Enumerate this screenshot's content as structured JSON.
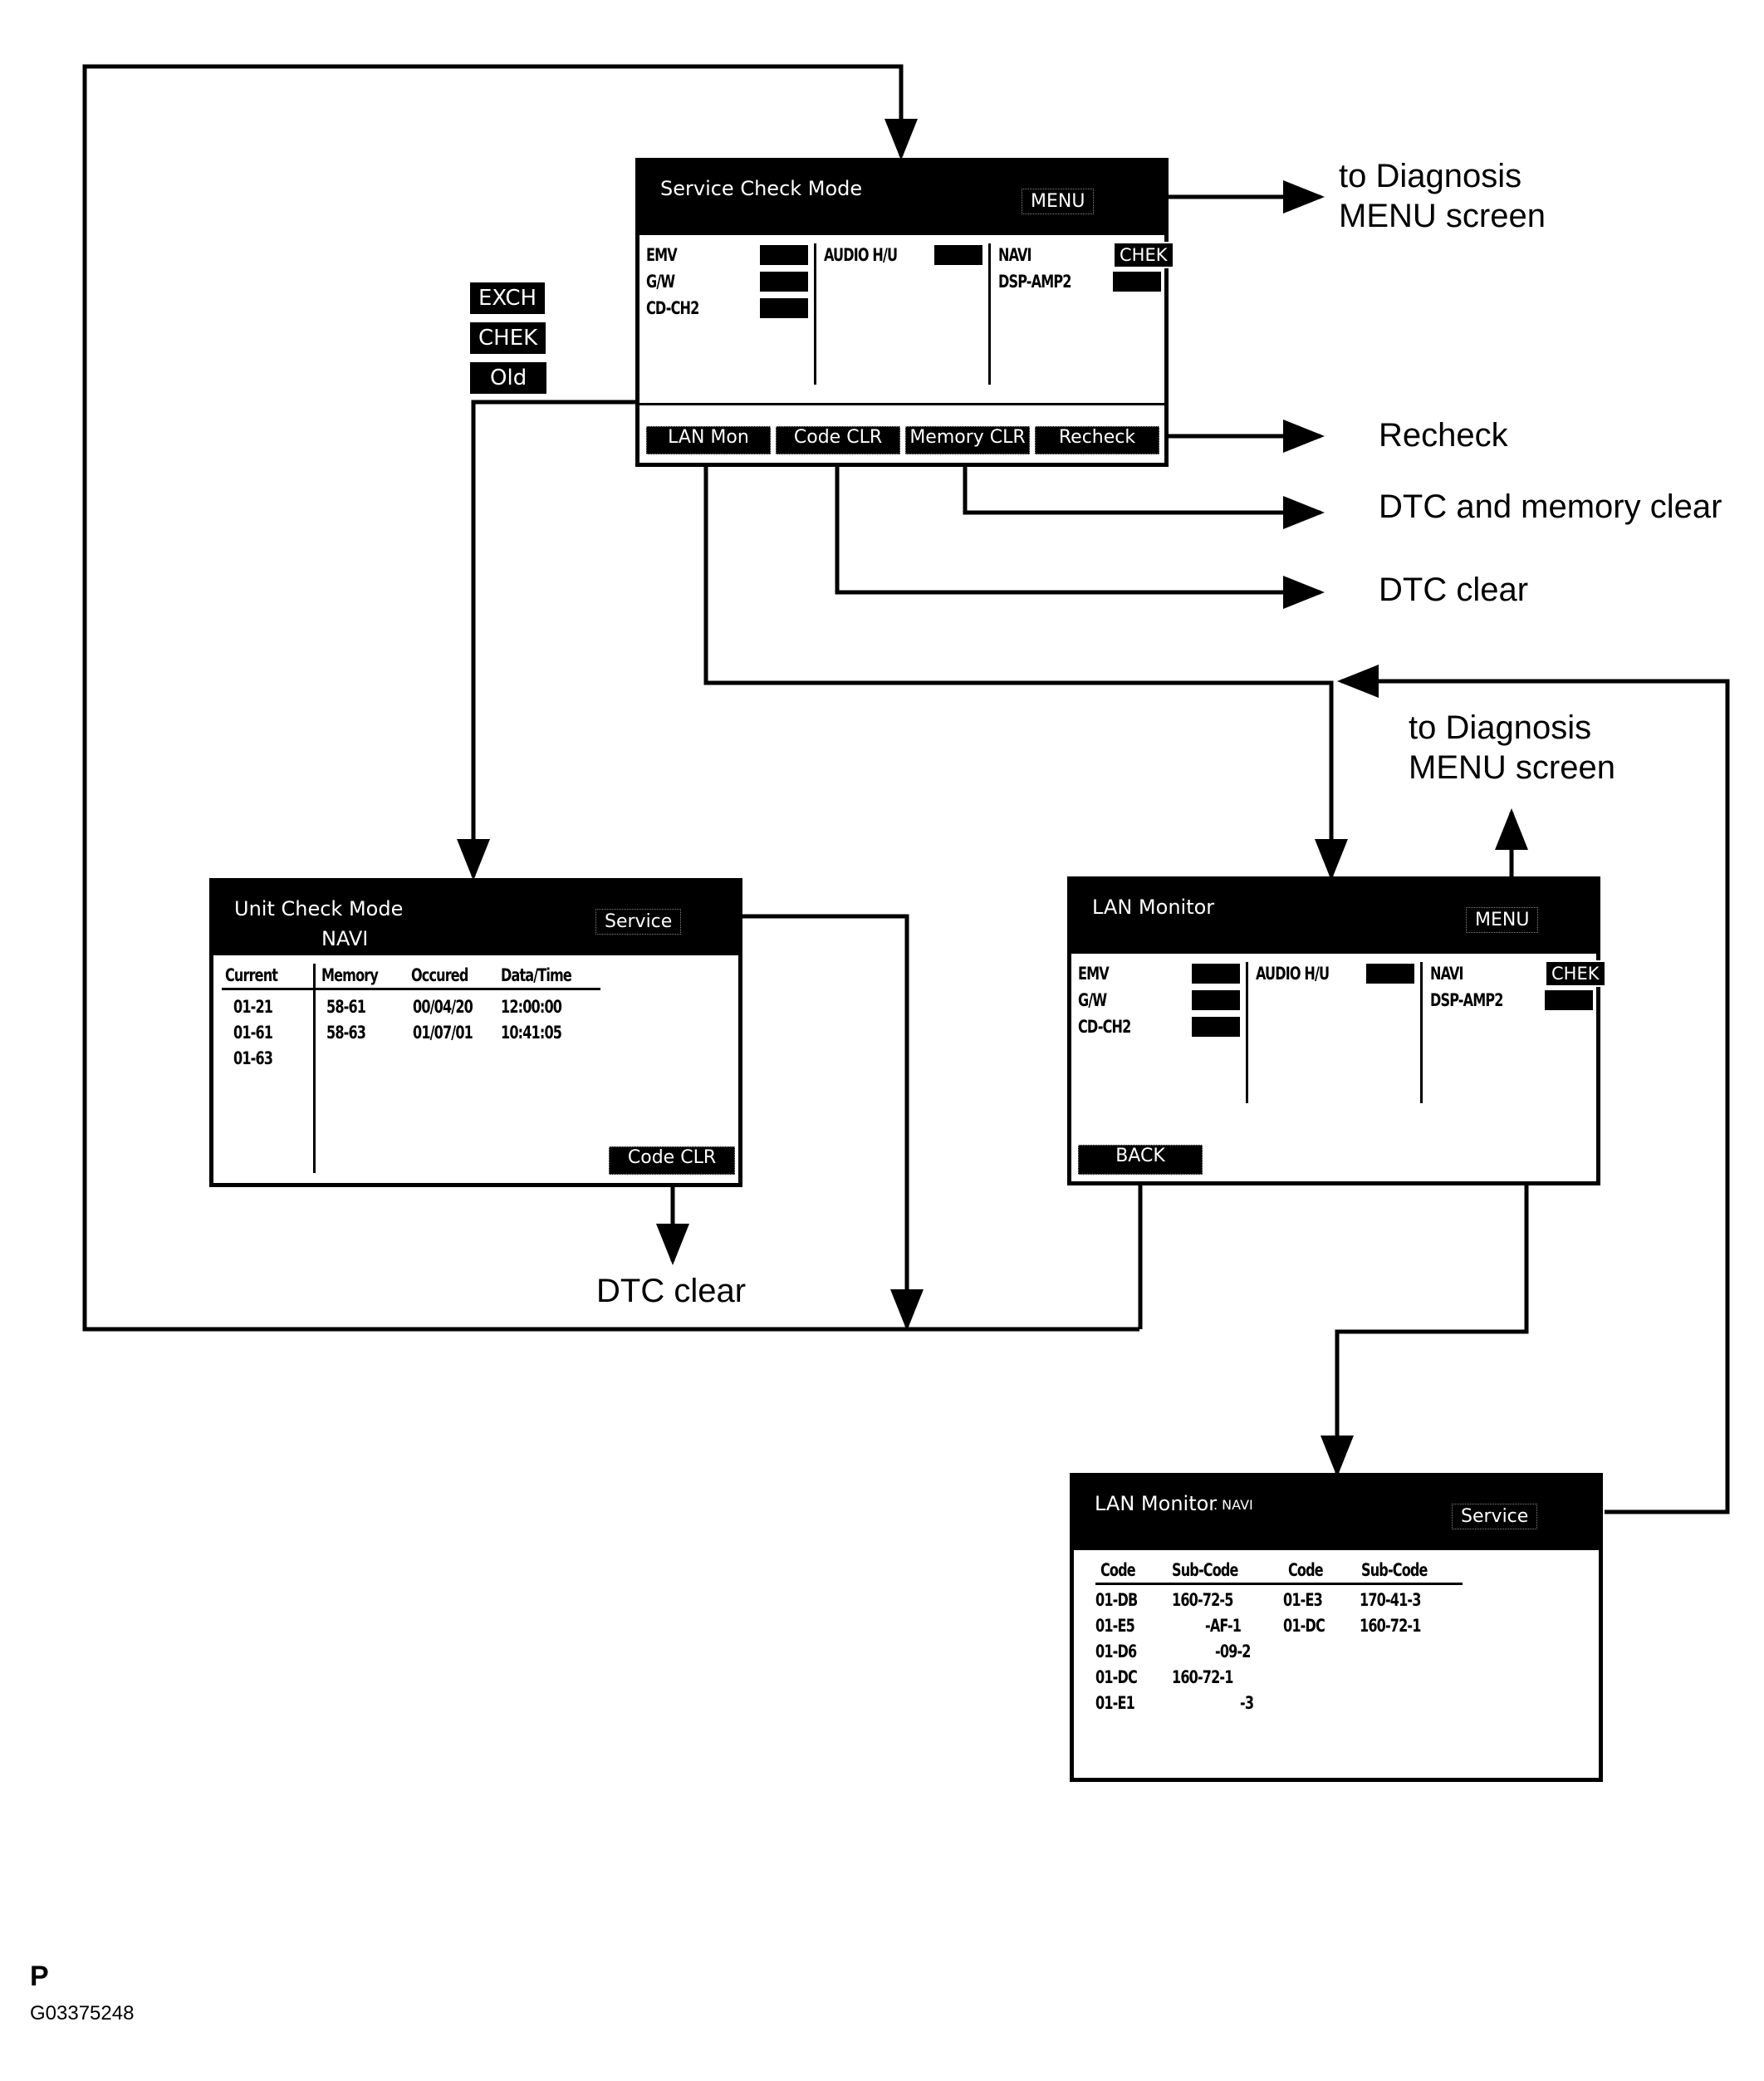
{
  "service_check": {
    "title": "Service Check Mode",
    "menu_button": "MENU",
    "col1": [
      "EMV",
      "G/W",
      "CD-CH2"
    ],
    "col2": [
      "AUDIO H/U"
    ],
    "col3": [
      "NAVI",
      "DSP-AMP2"
    ],
    "navi_status": "CHEK",
    "softkeys": [
      "LAN Mon",
      "Code CLR",
      "Memory CLR",
      "Recheck"
    ]
  },
  "legend_tags": [
    "EXCH",
    "CHEK",
    "Old"
  ],
  "notes": {
    "to_menu_1": "to Diagnosis\nMENU screen",
    "recheck": "Recheck",
    "dtc_memory_clear": "DTC and memory clear",
    "dtc_clear_1": "DTC clear",
    "to_menu_2": "to Diagnosis\nMENU screen",
    "dtc_clear_2": "DTC clear"
  },
  "unit_check": {
    "title": "Unit Check Mode",
    "subtitle": "NAVI",
    "service_button": "Service",
    "headers": [
      "Current",
      "Memory",
      "Occured",
      "Data/Time"
    ],
    "current": [
      "01-21",
      "01-61",
      "01-63"
    ],
    "rows": [
      {
        "memory": "58-61",
        "occured": "00/04/20",
        "time": "12:00:00"
      },
      {
        "memory": "58-63",
        "occured": "01/07/01",
        "time": "10:41:05"
      }
    ],
    "code_clr": "Code CLR"
  },
  "lan_monitor": {
    "title": "LAN Monitor",
    "menu_button": "MENU",
    "col1": [
      "EMV",
      "G/W",
      "CD-CH2"
    ],
    "col2": [
      "AUDIO H/U"
    ],
    "col3": [
      "NAVI",
      "DSP-AMP2"
    ],
    "navi_status": "CHEK",
    "back": "BACK"
  },
  "lan_navi": {
    "title": "LAN Monitor",
    "title_suffix": ". NAVI",
    "service_button": "Service",
    "headers": [
      "Code",
      "Sub-Code",
      "Code",
      "Sub-Code"
    ],
    "left": [
      {
        "code": "01-DB",
        "sub": "160-72-5"
      },
      {
        "code": "01-E5",
        "sub": "-AF-1"
      },
      {
        "code": "01-D6",
        "sub": "-09-2"
      },
      {
        "code": "01-DC",
        "sub": "160-72-1"
      },
      {
        "code": "01-E1",
        "sub": "-3"
      }
    ],
    "right": [
      {
        "code": "01-E3",
        "sub": "170-41-3"
      },
      {
        "code": "01-DC",
        "sub": "160-72-1"
      }
    ]
  },
  "footer": {
    "letter": "P",
    "figure_id": "G03375248"
  }
}
